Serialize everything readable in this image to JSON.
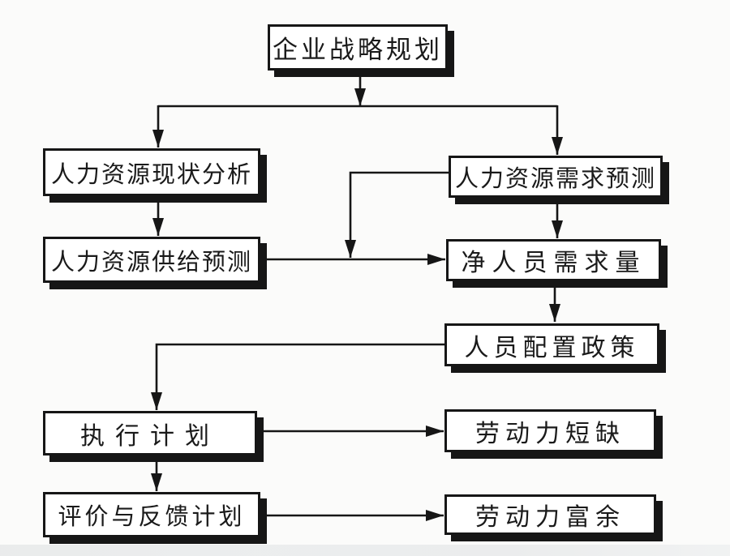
{
  "diagram": {
    "type": "flowchart",
    "language": "zh-CN",
    "nodes": {
      "strategic_planning": {
        "label": "企业战略规划"
      },
      "hr_status_analysis": {
        "label": "人力资源现状分析"
      },
      "hr_demand_forecast": {
        "label": "人力资源需求预测"
      },
      "hr_supply_forecast": {
        "label": "人力资源供给预测"
      },
      "net_personnel_demand": {
        "label": "净人员需求量"
      },
      "staffing_policy": {
        "label": "人员配置政策"
      },
      "execution_plan": {
        "label": "执行计划"
      },
      "labor_shortage": {
        "label": "劳动力短缺"
      },
      "evaluation_feedback_plan": {
        "label": "评价与反馈计划"
      },
      "labor_surplus": {
        "label": "劳动力富余"
      }
    },
    "edges": [
      {
        "from": "strategic_planning",
        "to": "hr_status_analysis"
      },
      {
        "from": "strategic_planning",
        "to": "hr_demand_forecast"
      },
      {
        "from": "hr_status_analysis",
        "to": "hr_supply_forecast"
      },
      {
        "from": "hr_demand_forecast",
        "to": "net_personnel_demand"
      },
      {
        "from": "hr_demand_forecast",
        "to": "net_personnel_demand",
        "note": "side branch joining the supply-to-net line"
      },
      {
        "from": "hr_supply_forecast",
        "to": "net_personnel_demand"
      },
      {
        "from": "net_personnel_demand",
        "to": "staffing_policy"
      },
      {
        "from": "staffing_policy",
        "to": "execution_plan"
      },
      {
        "from": "execution_plan",
        "to": "labor_shortage"
      },
      {
        "from": "execution_plan",
        "to": "evaluation_feedback_plan"
      },
      {
        "from": "evaluation_feedback_plan",
        "to": "labor_surplus"
      }
    ],
    "colors": {
      "line": "#161616",
      "box_border": "#161616",
      "box_fill": "#ffffff",
      "background": "#fbfbfa",
      "text": "#1a1a1a"
    }
  }
}
